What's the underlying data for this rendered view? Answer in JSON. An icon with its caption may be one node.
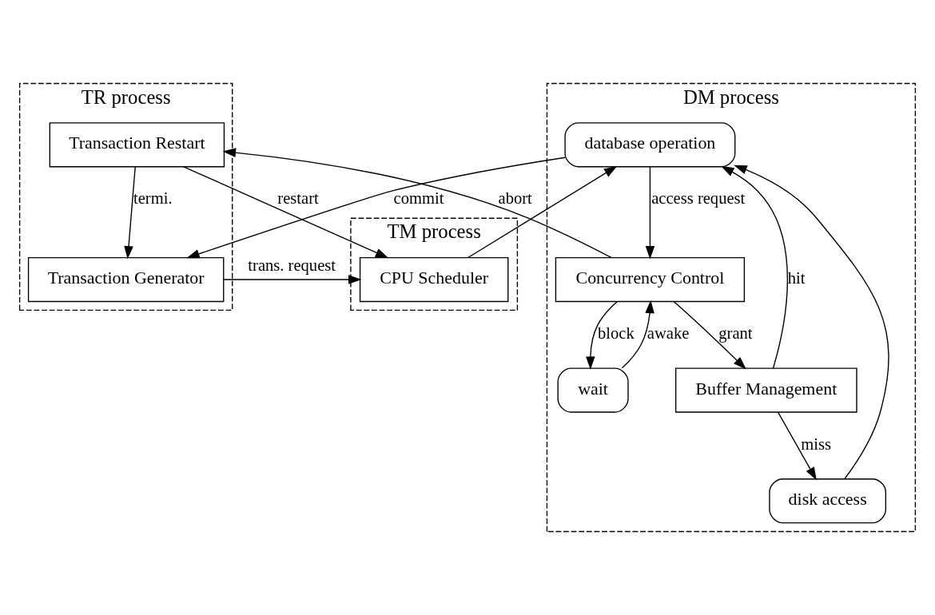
{
  "diagram": {
    "nodes": [
      {
        "text": [
          "TR process"
        ]
      },
      {
        "text": [
          "TM process"
        ]
      },
      {
        "text": [
          "DM process"
        ]
      },
      {
        "text": [
          "Transaction Generator"
        ],
        "in": 0
      },
      {
        "text": [
          "Transaction Restart"
        ],
        "in": 0
      },
      {
        "text": [
          "CPU Scheduler"
        ],
        "in": 1
      },
      {
        "text": [
          "database operation"
        ],
        "in": 2
      },
      {
        "text": [
          "disk access"
        ],
        "in": 2
      },
      {
        "text": [
          "Concurrency Control"
        ],
        "in": 2
      },
      {
        "text": [
          "Buffer Management"
        ],
        "in": 2
      },
      {
        "text": [
          "wait"
        ],
        "in": 2
      }
    ],
    "edges": [
      {
        "from": 3,
        "to": 5,
        "arrow": "to",
        "label": "trans. request"
      },
      {
        "from": 4,
        "to": 5,
        "arrow": "to",
        "label": "restart"
      },
      {
        "from": 4,
        "to": 3,
        "arrow": "to",
        "label": "termi."
      },
      {
        "from": 5,
        "to": 6,
        "arrow": "to"
      },
      {
        "from": 6,
        "to": 3,
        "arrow": "to",
        "label": "commit"
      },
      {
        "from": 7,
        "to": 6,
        "arrow": "to"
      },
      {
        "from": 6,
        "to": 8,
        "arrow": "to",
        "label": "access request"
      },
      {
        "from": 8,
        "to": 4,
        "arrow": "to",
        "label": "abort"
      },
      {
        "from": 8,
        "to": 9,
        "arrow": "to",
        "label": "grant"
      },
      {
        "from": 9,
        "to": 6,
        "arrow": "to",
        "label": "hit"
      },
      {
        "from": 9,
        "to": 7,
        "arrow": "to",
        "label": "miss"
      },
      {
        "from": 8,
        "to": 10,
        "arrow": "to",
        "label": "block"
      },
      {
        "from": 10,
        "to": 8,
        "arrow": "to",
        "label": "awake"
      }
    ]
  }
}
